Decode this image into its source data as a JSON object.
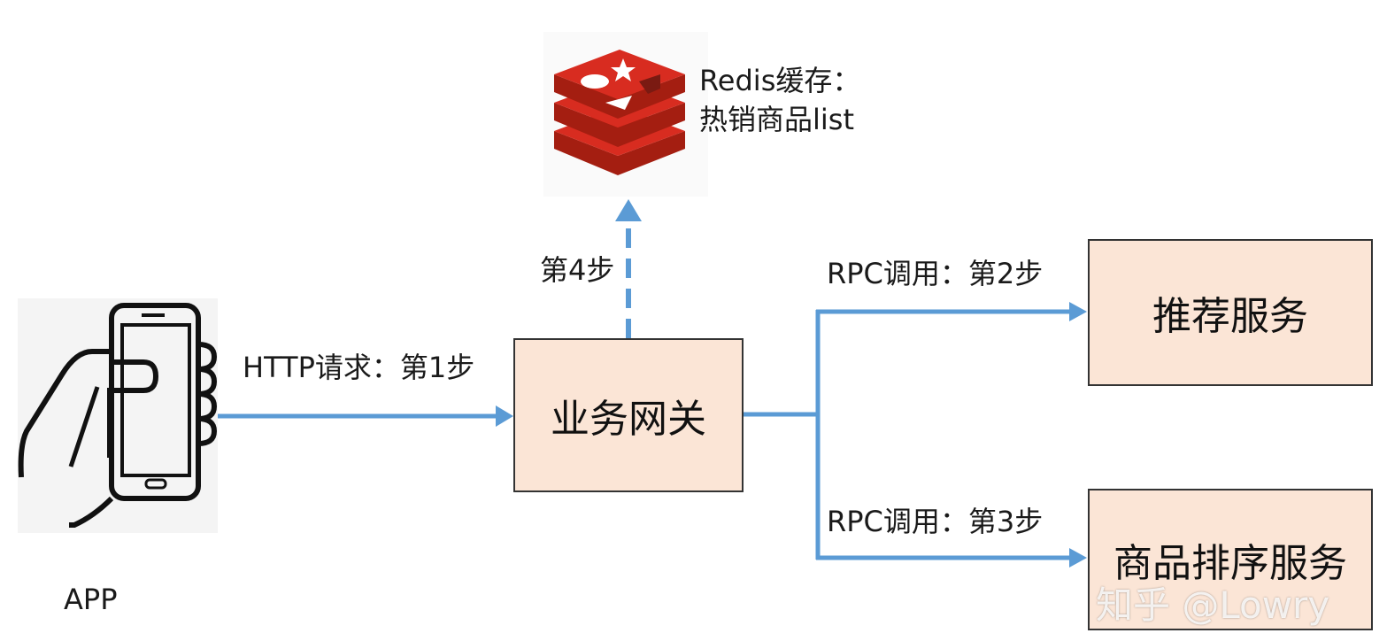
{
  "app": {
    "label": "APP"
  },
  "gateway": {
    "label": "业务网关"
  },
  "recommend": {
    "label": "推荐服务"
  },
  "ranking": {
    "label": "商品排序服务"
  },
  "redis": {
    "line1": "Redis缓存：",
    "line2": "热销商品list"
  },
  "edges": {
    "step1": "HTTP请求：第1步",
    "step2": "RPC调用：第2步",
    "step3": "RPC调用：第3步",
    "step4": "第4步"
  },
  "watermark": "知乎 @Lowry",
  "colors": {
    "arrow": "#5b9bd5",
    "box_fill": "#fbe5d6",
    "redis_red": "#d32f2f"
  }
}
